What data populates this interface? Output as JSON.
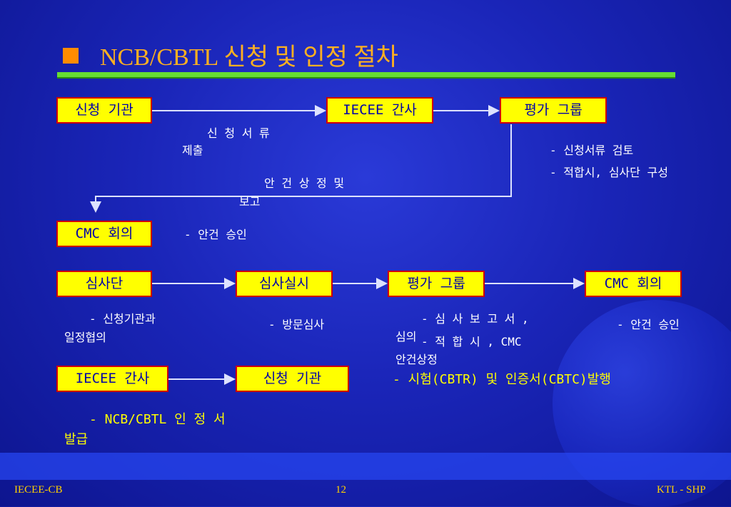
{
  "title": "NCB/CBTL 신청 및 인정 절차",
  "boxes": {
    "applicant_top": "신청 기관",
    "iecee_top": "IECEE 간사",
    "eval_top": "평가 그룹",
    "cmc_mid": "CMC 회의",
    "inspect_team": "심사단",
    "inspect_do": "심사실시",
    "eval_bottom": "평가 그룹",
    "cmc_bottom": "CMC 회의",
    "iecee_bottom": "IECEE 간사",
    "applicant_bottom": "신청 기관"
  },
  "notes": {
    "submit_1": "신 청 서 류",
    "submit_2": "제출",
    "report_1": "안 건  상 정  및",
    "report_2": "보고",
    "eval_1": "- 신청서류 검토",
    "eval_2": "- 적합시, 심사단 구성",
    "cmc_approve": "- 안건 승인",
    "team_1": "- 신청기관과",
    "team_2": "일정협의",
    "visit": "- 방문심사",
    "eval_b1": "-  심 사 보 고 서 ,",
    "eval_b2": "심의",
    "eval_b3": "-  적 합 시 ,  CMC",
    "eval_b4": "안건상정",
    "cmc_b_approve": "- 안건 승인",
    "issue_test": "- 시험(CBTR) 및 인증서(CBTC)발행",
    "ncb_1": "-  NCB/CBTL  인 정 서",
    "ncb_2": "발급"
  },
  "footer": {
    "left": "IECEE-CB",
    "center": "12",
    "right": "KTL - SHP"
  },
  "colors": {
    "box_fill": "#ffff00",
    "box_border": "#d00000",
    "box_text": "#0000aa",
    "title": "#ffb020",
    "rule": "#66dd33"
  }
}
